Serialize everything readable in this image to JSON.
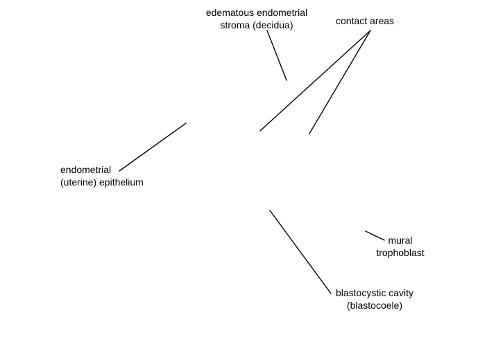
{
  "labels": {
    "decidua": {
      "line1": "edematous endometrial",
      "line2": "stroma (decidua)"
    },
    "contact_areas": {
      "text": "contact areas"
    },
    "uterine_epithelium": {
      "line1": "endometrial",
      "line2": "(uterine) epithelium"
    },
    "mural_trophoblast": {
      "line1": "mural",
      "line2": "trophoblast"
    },
    "blastocoele": {
      "line1": "blastocystic cavity",
      "line2": "(blastocoele)"
    }
  },
  "colors": {
    "background": "#ffffff",
    "text": "#000000",
    "leader_lines": "#000000"
  }
}
